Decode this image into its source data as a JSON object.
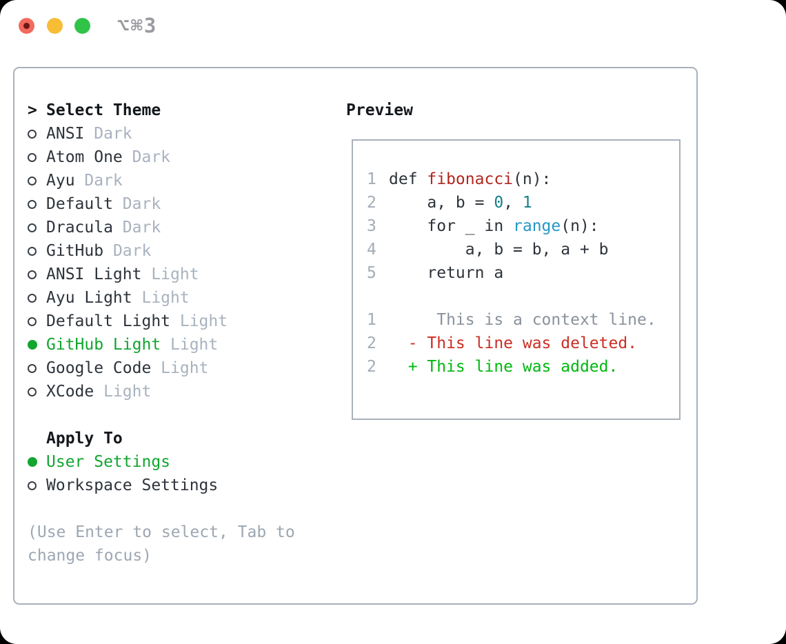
{
  "window": {
    "title_shortcut": "⌥⌘3"
  },
  "traffic_lights": {
    "close_color": "#f16a5d",
    "close_dot_color": "#6d1715",
    "minimize_color": "#f7bd34",
    "zoom_color": "#31c348"
  },
  "theme_panel": {
    "prompt": ">",
    "title": "Select Theme",
    "items": [
      {
        "label": "ANSI",
        "tag": "Dark",
        "selected": false
      },
      {
        "label": "Atom One",
        "tag": "Dark",
        "selected": false
      },
      {
        "label": "Ayu",
        "tag": "Dark",
        "selected": false
      },
      {
        "label": "Default",
        "tag": "Dark",
        "selected": false
      },
      {
        "label": "Dracula",
        "tag": "Dark",
        "selected": false
      },
      {
        "label": "GitHub",
        "tag": "Dark",
        "selected": false
      },
      {
        "label": "ANSI Light",
        "tag": "Light",
        "selected": false
      },
      {
        "label": "Ayu Light",
        "tag": "Light",
        "selected": false
      },
      {
        "label": "Default Light",
        "tag": "Light",
        "selected": false
      },
      {
        "label": "GitHub Light",
        "tag": "Light",
        "selected": true
      },
      {
        "label": "Google Code",
        "tag": "Light",
        "selected": false
      },
      {
        "label": "XCode",
        "tag": "Light",
        "selected": false
      }
    ],
    "apply_to": {
      "title": "Apply To",
      "options": [
        {
          "label": "User Settings",
          "selected": true
        },
        {
          "label": "Workspace Settings",
          "selected": false
        }
      ]
    },
    "hint_line1": "(Use Enter to select, Tab to",
    "hint_line2": "change focus)"
  },
  "preview": {
    "title": "Preview",
    "code_lines": [
      {
        "num": "1",
        "segments": [
          {
            "t": "def ",
            "c": "code"
          },
          {
            "t": "fibonacci",
            "c": "func"
          },
          {
            "t": "(n):",
            "c": "code"
          }
        ]
      },
      {
        "num": "2",
        "segments": [
          {
            "t": "    a, b = ",
            "c": "code"
          },
          {
            "t": "0",
            "c": "num"
          },
          {
            "t": ", ",
            "c": "code"
          },
          {
            "t": "1",
            "c": "num"
          }
        ]
      },
      {
        "num": "3",
        "segments": [
          {
            "t": "    for _ in ",
            "c": "code"
          },
          {
            "t": "range",
            "c": "call"
          },
          {
            "t": "(n):",
            "c": "code"
          }
        ]
      },
      {
        "num": "4",
        "segments": [
          {
            "t": "        a, b = b, a + b",
            "c": "code"
          }
        ]
      },
      {
        "num": "5",
        "segments": [
          {
            "t": "    return a",
            "c": "code"
          }
        ]
      }
    ],
    "diff_lines": [
      {
        "num": "1",
        "segments": [
          {
            "t": "     This is a context line.",
            "c": "context"
          }
        ]
      },
      {
        "num": "2",
        "segments": [
          {
            "t": "  - This line was deleted.",
            "c": "deleted"
          }
        ]
      },
      {
        "num": "2",
        "segments": [
          {
            "t": "  + This line was added.",
            "c": "added"
          }
        ]
      }
    ]
  },
  "colors": {
    "selected_green": "#12a52f",
    "added_green": "#00b80f",
    "deleted_red": "#cb2d23",
    "function_red": "#b1271f",
    "number_teal": "#16808a",
    "call_blue": "#2596c9",
    "muted_gray": "#a8b2bf",
    "border_gray": "#a8b1bb",
    "ink": "#2d333a"
  }
}
